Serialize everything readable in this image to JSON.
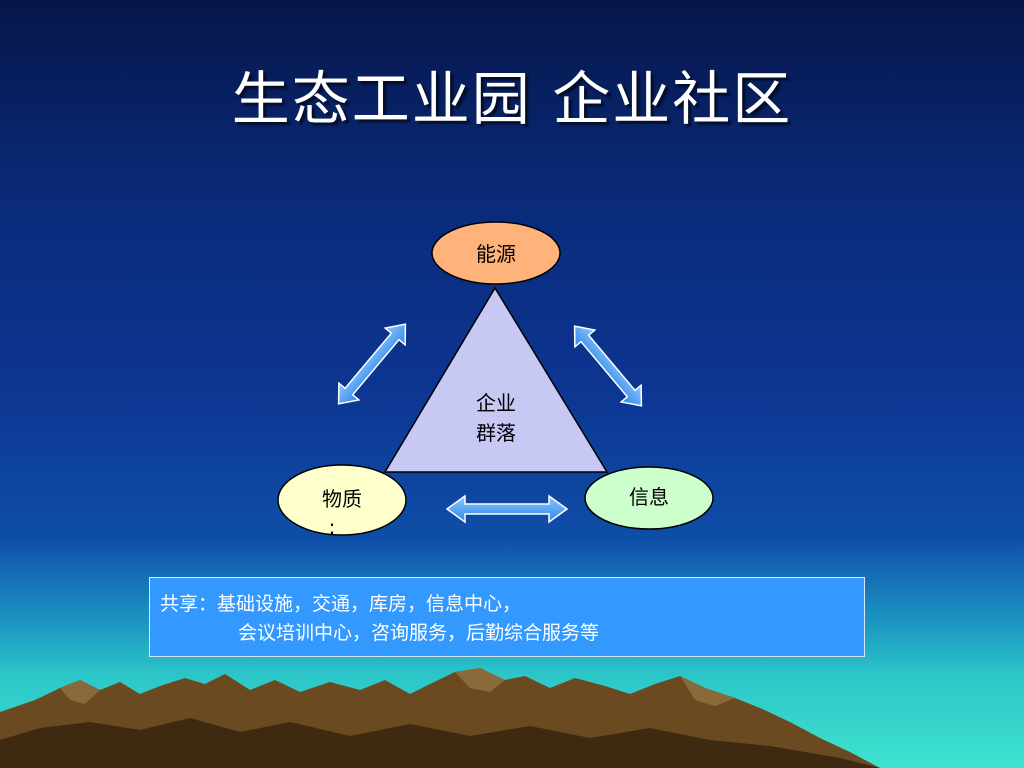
{
  "title": "生态工业园 企业社区",
  "diagram": {
    "center_line1": "企业",
    "center_line2": "群落",
    "node_energy": "能源",
    "node_material": "物质",
    "node_material_suffix": ":",
    "node_info": "信息"
  },
  "shared_box": {
    "line1": "共享：基础设施，交通，库房，信息中心，",
    "line2": "会议培训中心，咨询服务，后勤综合服务等"
  },
  "colors": {
    "energy_fill": "#ffb27a",
    "material_fill": "#ffffcc",
    "info_fill": "#ccffcc",
    "triangle_fill": "#c8c8f5",
    "arrow_fill": "#4aa3f0",
    "box_fill": "#3399ff"
  }
}
